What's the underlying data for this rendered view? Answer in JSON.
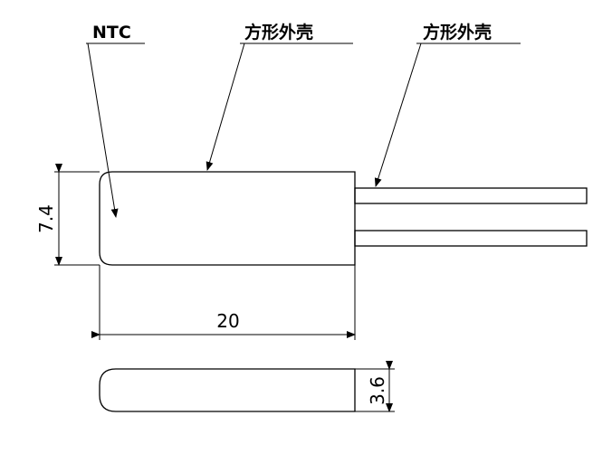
{
  "labels": {
    "ntc": "NTC",
    "housing_body": "方形外壳",
    "housing_leads": "方形外壳"
  },
  "dimensions": {
    "height": "7.4",
    "length": "20",
    "thickness": "3.6"
  }
}
